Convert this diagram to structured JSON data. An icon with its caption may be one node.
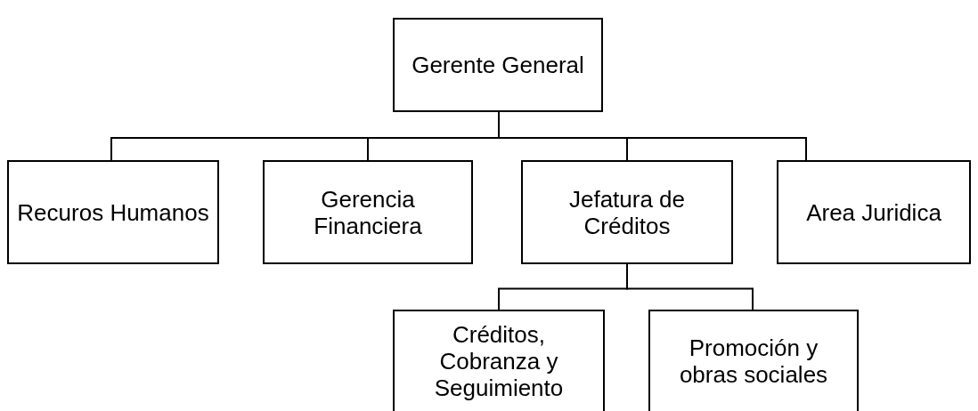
{
  "diagram": {
    "nodes": [
      {
        "text": [
          "Gerente General"
        ]
      },
      {
        "text": [
          "Recuros Humanos"
        ]
      },
      {
        "text": [
          "Gerencia Financiera"
        ]
      },
      {
        "text": [
          "Jefatura de Créditos"
        ]
      },
      {
        "text": [
          "Area Juridica"
        ]
      },
      {
        "text": [
          "Créditos, Cobranza y Seguimiento"
        ]
      },
      {
        "text": [
          "Promoción y obras sociales"
        ]
      }
    ],
    "edges": [
      {
        "from": 0,
        "to": 1,
        "arrow": "none"
      },
      {
        "from": 0,
        "to": 2,
        "arrow": "none"
      },
      {
        "from": 0,
        "to": 3,
        "arrow": "none"
      },
      {
        "from": 0,
        "to": 4,
        "arrow": "none"
      },
      {
        "from": 3,
        "to": 5,
        "arrow": "none"
      },
      {
        "from": 3,
        "to": 6,
        "arrow": "none"
      }
    ]
  }
}
